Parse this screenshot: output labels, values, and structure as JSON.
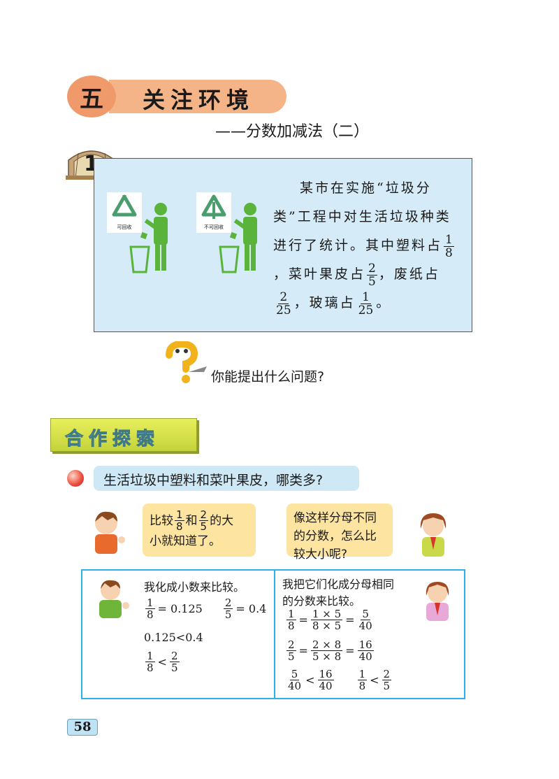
{
  "chapter": {
    "number": "五",
    "title": "关注环境",
    "subtitle": "——分数加减法（二）"
  },
  "example": {
    "number": "1",
    "sign_recyclable": "可回收",
    "sign_nonrecyclable": "不可回收",
    "text_intro": "某市在实施“垃圾分类”工程中对生活垃圾种类进行了统计。其中塑料占",
    "plastic": {
      "num": "1",
      "den": "8"
    },
    "text_veg": "，菜叶果皮占",
    "veg": {
      "num": "2",
      "den": "5"
    },
    "text_paper": "，废纸占",
    "paper": {
      "num": "2",
      "den": "25"
    },
    "text_glass": "，玻璃占",
    "glass": {
      "num": "1",
      "den": "25"
    },
    "text_end": "。",
    "question": "你能提出什么问题?"
  },
  "section": {
    "title": "合作探索",
    "topic": "生活垃圾中塑料和菜叶果皮，哪类多?"
  },
  "speech_left": {
    "pre": "比较",
    "f1": {
      "num": "1",
      "den": "8"
    },
    "mid": "和",
    "f2": {
      "num": "2",
      "den": "5"
    },
    "post": "的大",
    "line2": "小就知道了。"
  },
  "speech_right": {
    "line1": "像这样分母不同",
    "line2": "的分数，怎么比",
    "line3": "较大小呢?"
  },
  "method_left": {
    "label": "我化成小数来比较。",
    "a": {
      "num": "1",
      "den": "8"
    },
    "a_dec": "= 0.125",
    "b": {
      "num": "2",
      "den": "5"
    },
    "b_dec": "= 0.4",
    "compare": "0.125<0.4",
    "lt": "<"
  },
  "method_right": {
    "label_line1": "我把它们化成分母相同",
    "label_line2": "的分数来比较。",
    "eq1": {
      "a_num": "1",
      "a_den": "8",
      "b_num": "1 × 5",
      "b_den": "8 × 5",
      "c_num": "5",
      "c_den": "40"
    },
    "eq2": {
      "a_num": "2",
      "a_den": "5",
      "b_num": "2 × 8",
      "b_den": "5 × 8",
      "c_num": "16",
      "c_den": "40"
    },
    "eq_sign": "=",
    "lt": "<",
    "cmp1": {
      "a_num": "5",
      "a_den": "40",
      "b_num": "16",
      "b_den": "40"
    },
    "cmp2": {
      "a_num": "1",
      "a_den": "8",
      "b_num": "2",
      "b_den": "5"
    }
  },
  "page_number": "58",
  "colors": {
    "chapter_circle": "#f09a6c",
    "chapter_bar": "#f5b488",
    "problem_bg": "#d5ecf8",
    "coop_banner": "#d4df45",
    "speech_bg": "#fde4a0",
    "methods_border": "#2fb0e8",
    "figure_green": "#5ab43c"
  },
  "icons": [
    "recycle-icon",
    "person-discarding-icon",
    "trash-bin-icon",
    "question-mark-icon",
    "boy-icon",
    "girl-icon",
    "window-badge-icon"
  ]
}
